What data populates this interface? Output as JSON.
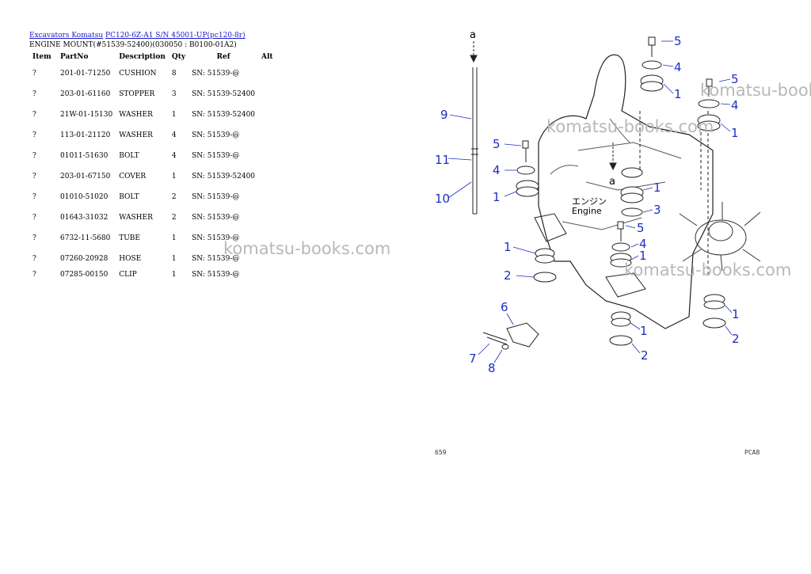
{
  "breadcrumb": {
    "link1": "Excavators Komatsu",
    "link2": "PC120-6Z-A1 S/N 45001-UP(pc120-8r)"
  },
  "subtitle": "ENGINE MOUNT(#51539-52400)(030050 : B0100-01A2)",
  "table": {
    "headers": {
      "item": "Item",
      "partno": "PartNo",
      "description": "Description",
      "qty": "Qty",
      "ref": "Ref",
      "alt": "Alt"
    },
    "rows": [
      {
        "item": "?",
        "partno": "201-01-71250",
        "description": "CUSHION",
        "qty": "8",
        "ref": "SN: 51539-@"
      },
      {
        "item": "?",
        "partno": "203-01-61160",
        "description": "STOPPER",
        "qty": "3",
        "ref": "SN: 51539-52400"
      },
      {
        "item": "?",
        "partno": "21W-01-15130",
        "description": "WASHER",
        "qty": "1",
        "ref": "SN: 51539-52400"
      },
      {
        "item": "?",
        "partno": "113-01-21120",
        "description": "WASHER",
        "qty": "4",
        "ref": "SN: 51539-@"
      },
      {
        "item": "?",
        "partno": "01011-51630",
        "description": "BOLT",
        "qty": "4",
        "ref": "SN: 51539-@"
      },
      {
        "item": "?",
        "partno": "203-01-67150",
        "description": "COVER",
        "qty": "1",
        "ref": "SN: 51539-52400"
      },
      {
        "item": "?",
        "partno": "01010-51020",
        "description": "BOLT",
        "qty": "2",
        "ref": "SN: 51539-@"
      },
      {
        "item": "?",
        "partno": "01643-31032",
        "description": "WASHER",
        "qty": "2",
        "ref": "SN: 51539-@"
      },
      {
        "item": "?",
        "partno": "6732-11-5680",
        "description": "TUBE",
        "qty": "1",
        "ref": "SN: 51539-@"
      },
      {
        "item": "?",
        "partno": "07260-20928",
        "description": "HOSE",
        "qty": "1",
        "ref": "SN: 51539-@"
      },
      {
        "item": "?",
        "partno": "07285-00150",
        "description": "CLIP",
        "qty": "1",
        "ref": "SN: 51539-@"
      }
    ]
  },
  "watermark_text": "komatsu-books.com",
  "diagram": {
    "callout_a": "a",
    "engine_label_jp": "エンジン",
    "engine_label": "Engine",
    "callouts": [
      "1",
      "2",
      "3",
      "4",
      "5",
      "6",
      "7",
      "8",
      "9",
      "10",
      "11"
    ],
    "page_left": "659",
    "page_right": "PCA8"
  }
}
